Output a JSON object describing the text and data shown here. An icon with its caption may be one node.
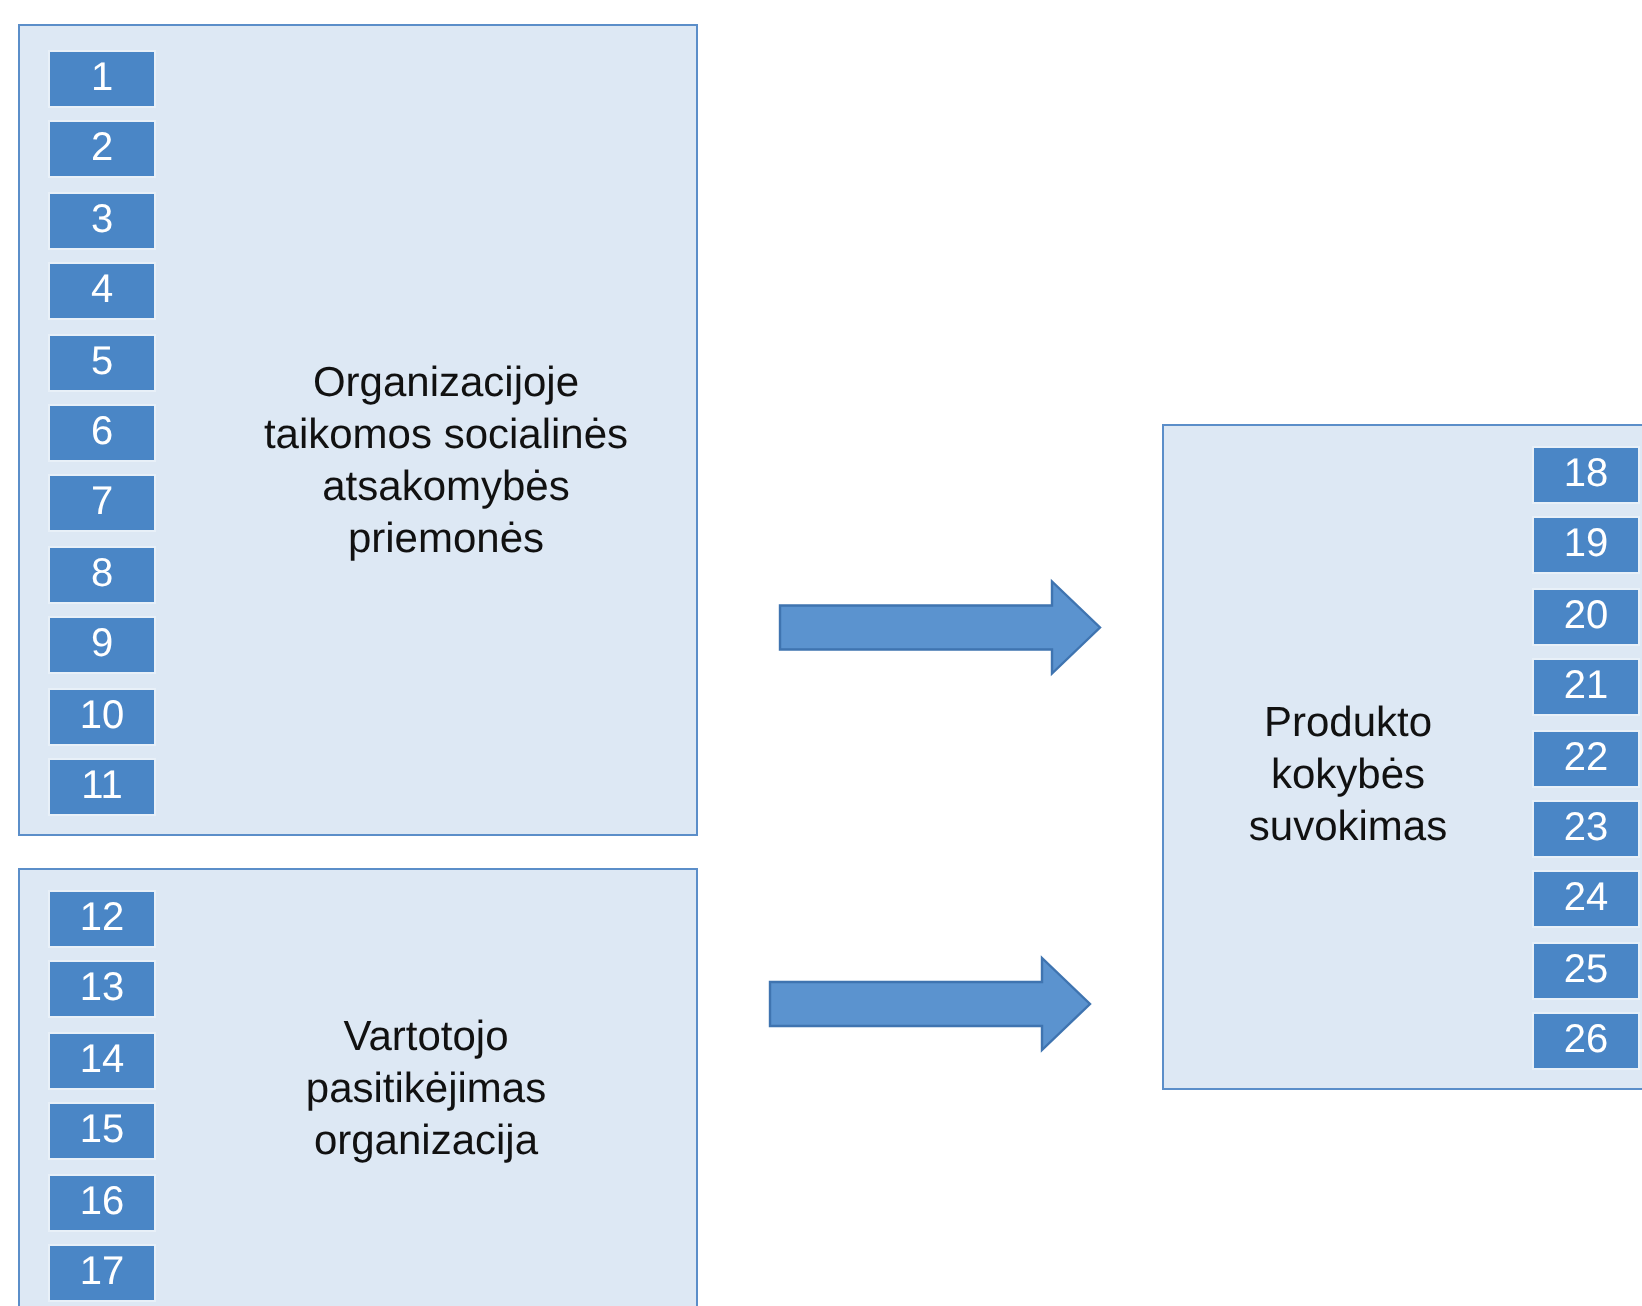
{
  "diagram": {
    "nodes": [
      {
        "text": [
          "Organizacijoje taikomos socialinės atsakomybės priemonės"
        ]
      },
      {
        "text": [
          "1"
        ],
        "in": 0
      },
      {
        "text": [
          "2"
        ],
        "in": 0
      },
      {
        "text": [
          "3"
        ],
        "in": 0
      },
      {
        "text": [
          "4"
        ],
        "in": 0
      },
      {
        "text": [
          "5"
        ],
        "in": 0
      },
      {
        "text": [
          "6"
        ],
        "in": 0
      },
      {
        "text": [
          "7"
        ],
        "in": 0
      },
      {
        "text": [
          "8"
        ],
        "in": 0
      },
      {
        "text": [
          "9"
        ],
        "in": 0
      },
      {
        "text": [
          "10"
        ],
        "in": 0
      },
      {
        "text": [
          "11"
        ],
        "in": 0
      },
      {
        "text": [
          "Vartotojo pasitikėjimas organizacija"
        ]
      },
      {
        "text": [
          "12"
        ],
        "in": 12
      },
      {
        "text": [
          "13"
        ],
        "in": 12
      },
      {
        "text": [
          "14"
        ],
        "in": 12
      },
      {
        "text": [
          "15"
        ],
        "in": 12
      },
      {
        "text": [
          "16"
        ],
        "in": 12
      },
      {
        "text": [
          "17"
        ],
        "in": 12
      },
      {
        "text": [
          "Produkto kokybės suvokimas"
        ]
      },
      {
        "text": [
          "18"
        ],
        "in": 19
      },
      {
        "text": [
          "19"
        ],
        "in": 19
      },
      {
        "text": [
          "20"
        ],
        "in": 19
      },
      {
        "text": [
          "21"
        ],
        "in": 19
      },
      {
        "text": [
          "22"
        ],
        "in": 19
      },
      {
        "text": [
          "23"
        ],
        "in": 19
      },
      {
        "text": [
          "24"
        ],
        "in": 19
      },
      {
        "text": [
          "25"
        ],
        "in": 19
      },
      {
        "text": [
          "26"
        ],
        "in": 19
      }
    ],
    "edges": [
      {
        "from": 0,
        "to": 19,
        "arrow": "to"
      },
      {
        "from": 12,
        "to": 19,
        "arrow": "to"
      }
    ]
  }
}
